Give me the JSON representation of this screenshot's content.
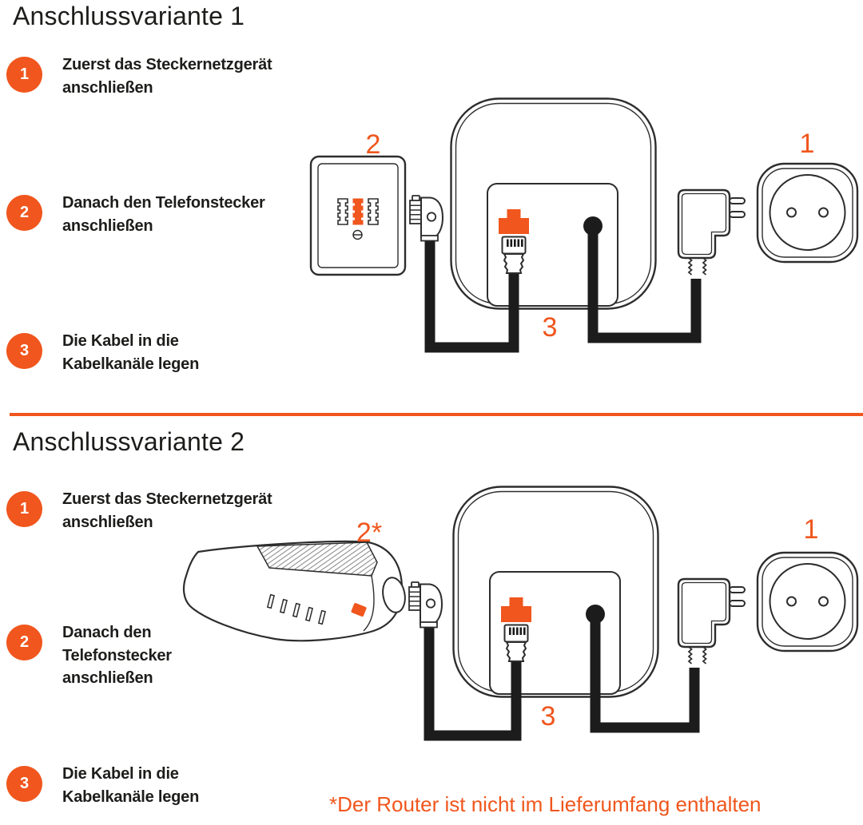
{
  "colors": {
    "accent": "#F0561D",
    "text": "#1D1D1B",
    "cable": "#1C1C1C",
    "outline": "#2D2D2D"
  },
  "variant1": {
    "title": "Anschlussvariante 1",
    "steps": [
      {
        "num": "1",
        "lines": [
          "Zuerst das Steckernetzgerät",
          "anschließen"
        ]
      },
      {
        "num": "2",
        "lines": [
          "Danach den Telefonstecker",
          "anschließen"
        ]
      },
      {
        "num": "3",
        "lines": [
          "Die Kabel in die",
          "Kabelkanäle legen"
        ]
      }
    ],
    "labels": {
      "outlet": "1",
      "wall_socket": "2",
      "cables": "3"
    }
  },
  "variant2": {
    "title": "Anschlussvariante 2",
    "steps": [
      {
        "num": "1",
        "lines": [
          "Zuerst das Steckernetzgerät",
          "anschließen"
        ]
      },
      {
        "num": "2",
        "lines": [
          "Danach den",
          "Telefonstecker",
          "anschließen"
        ]
      },
      {
        "num": "3",
        "lines": [
          "Die Kabel in die",
          "Kabelkanäle legen"
        ]
      }
    ],
    "labels": {
      "outlet": "1",
      "router": "2*",
      "cables": "3"
    },
    "footnote": "*Der Router ist nicht im Lieferumfang enthalten"
  }
}
